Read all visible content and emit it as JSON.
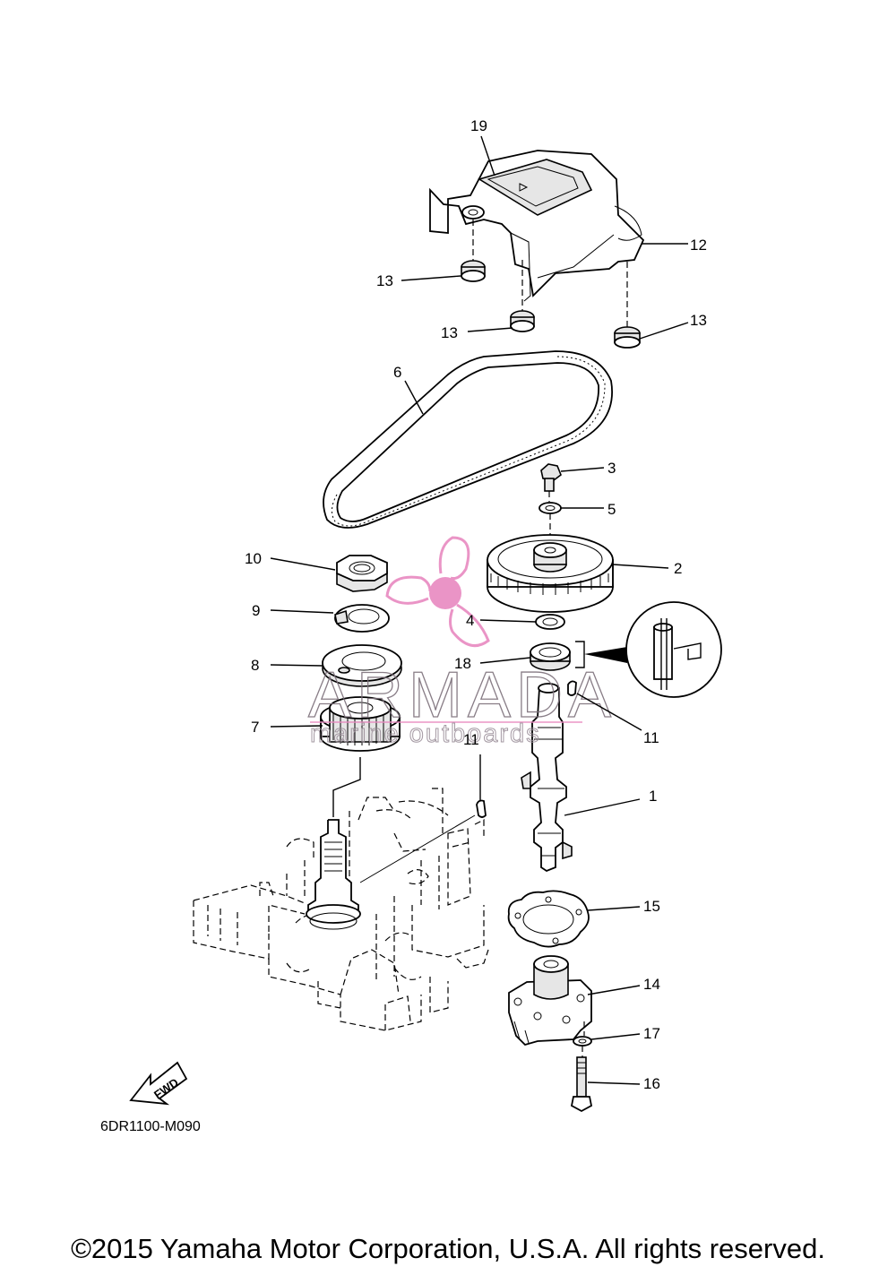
{
  "diagram_code": "6DR1100-M090",
  "copyright": "©2015 Yamaha Motor Corporation, U.S.A. All rights reserved.",
  "watermark": {
    "brand": "ARMADA",
    "tagline": "marine outboards",
    "accent_color": "#e889c0"
  },
  "fwd_arrow_label": "FWD",
  "callouts": {
    "c1": "1",
    "c2": "2",
    "c3": "3",
    "c4": "4",
    "c5": "5",
    "c6": "6",
    "c7": "7",
    "c8": "8",
    "c9": "9",
    "c10": "10",
    "c11a": "11",
    "c11b": "11",
    "c12": "12",
    "c13a": "13",
    "c13b": "13",
    "c13c": "13",
    "c14": "14",
    "c15": "15",
    "c16": "16",
    "c17": "17",
    "c18": "18",
    "c19": "19"
  }
}
